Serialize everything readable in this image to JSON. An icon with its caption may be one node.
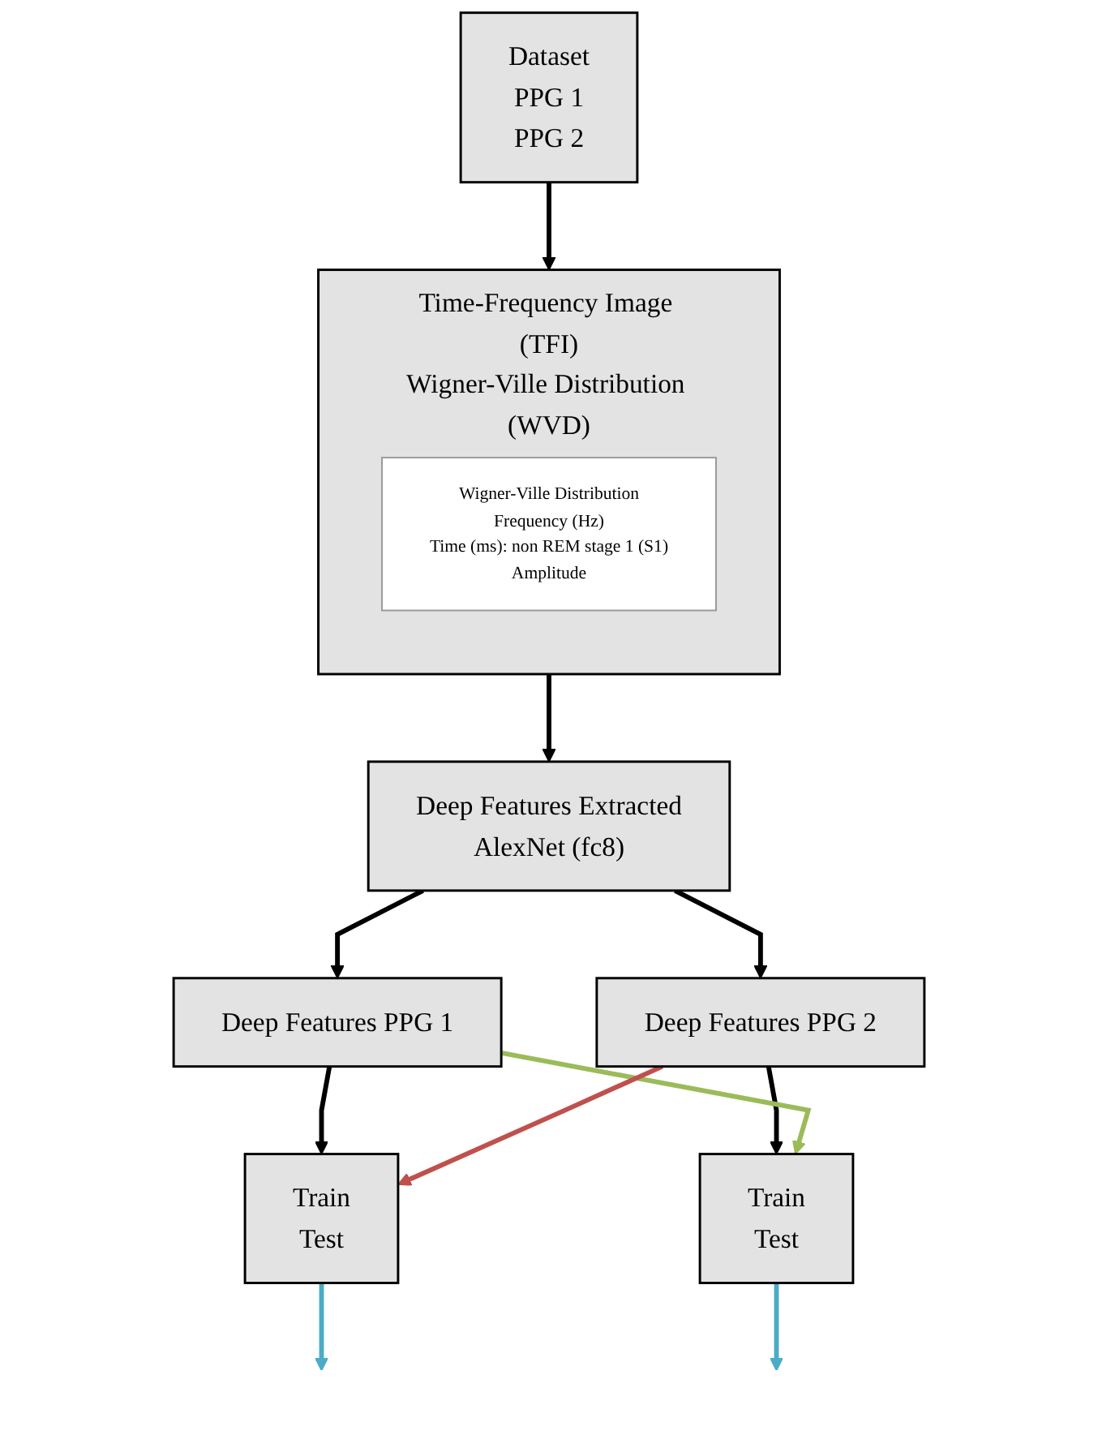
{
  "diagram": {
    "nodes": [
      {
        "text": [
          "Dataset",
          "PPG 1",
          "PPG 2"
        ]
      },
      {
        "text": [
          "Time-Frequency Image (TFI)",
          "Wigner-Ville Distribution (WVD)"
        ]
      },
      {
        "text": [
          "Wigner-Ville Distribution",
          "Frequency (Hz)",
          "Time (ms): non REM stage 1 (S1)",
          "Amplitude"
        ],
        "in": 1
      },
      {
        "text": [
          "Deep Features Extracted",
          "AlexNet (fc8)"
        ]
      },
      {
        "text": [
          "Deep Features PPG 1"
        ]
      },
      {
        "text": [
          "Deep Features PPG 2"
        ]
      },
      {
        "text": [
          "Train",
          "Test"
        ]
      },
      {
        "text": [
          "Train",
          "Test"
        ]
      }
    ],
    "edges": [
      {
        "from": 0,
        "to": 1,
        "arrow": "to"
      },
      {
        "from": 1,
        "to": 3,
        "arrow": "to"
      },
      {
        "from": 3,
        "to": 4,
        "arrow": "to"
      },
      {
        "from": 3,
        "to": 5,
        "arrow": "to"
      },
      {
        "from": 4,
        "to": 6,
        "arrow": "to"
      },
      {
        "from": 5,
        "to": 7,
        "arrow": "to"
      },
      {
        "from": 4,
        "to": 7,
        "arrow": "to",
        "color": "#9bbb59"
      },
      {
        "from": 5,
        "to": 6,
        "arrow": "to",
        "color": "#c0504d"
      },
      {
        "from": 6,
        "to": null,
        "arrow": "to",
        "color": "#4bacc6"
      },
      {
        "from": 7,
        "to": null,
        "arrow": "to",
        "color": "#4bacc6"
      }
    ]
  }
}
